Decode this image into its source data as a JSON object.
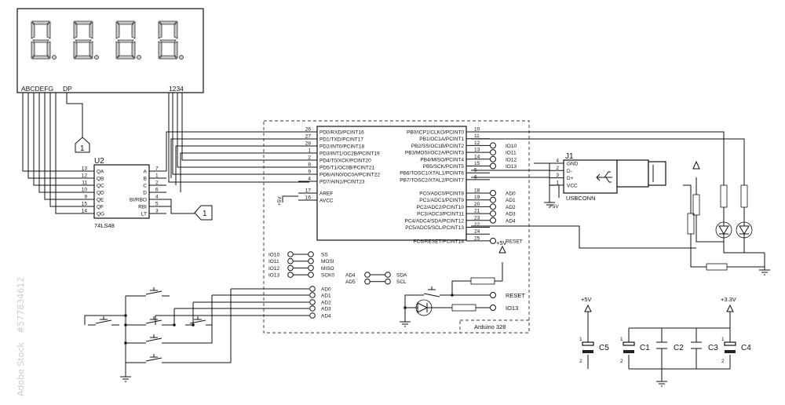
{
  "display": {
    "segment_label": "ABCDEFG",
    "dp_label": "DP",
    "digit_label": "1234"
  },
  "u2": {
    "ref": "U2",
    "part": "74LS48",
    "left_pins": [
      {
        "num": "13",
        "name": "QA"
      },
      {
        "num": "12",
        "name": "QB"
      },
      {
        "num": "11",
        "name": "QC"
      },
      {
        "num": "10",
        "name": "QD"
      },
      {
        "num": "9",
        "name": "QE"
      },
      {
        "num": "15",
        "name": "QF"
      },
      {
        "num": "14",
        "name": "QG"
      }
    ],
    "right_pins": [
      {
        "num": "7",
        "name": "A"
      },
      {
        "num": "1",
        "name": "B"
      },
      {
        "num": "2",
        "name": "C"
      },
      {
        "num": "6",
        "name": "D"
      },
      {
        "num": "4",
        "name": "BI/RBO"
      },
      {
        "num": "5",
        "name": "RBI"
      },
      {
        "num": "3",
        "name": "LT"
      }
    ]
  },
  "net_flags": [
    "1",
    "1"
  ],
  "mcu": {
    "part": "Arduino 328",
    "left_pins": [
      {
        "num": "26",
        "name": "PD0/RXD/PCINT16"
      },
      {
        "num": "27",
        "name": "PD1/TXD/PCINT17"
      },
      {
        "num": "28",
        "name": "PD2/INT0/PCINT18"
      },
      {
        "num": "1",
        "name": "PD3/INT1/OC2B/PCINT19"
      },
      {
        "num": "2",
        "name": "PD4/T0/XCK/PCINT20"
      },
      {
        "num": "8",
        "name": "PD5/T1/OC0B/PCINT21"
      },
      {
        "num": "9",
        "name": "PD6/AIN0/OC0A/PCINT22"
      },
      {
        "num": "4",
        "name": "PD7/AIN1/PCINT23"
      }
    ],
    "power_pins": [
      {
        "num": "17",
        "name": "AREF"
      },
      {
        "num": "16",
        "name": "AVCC"
      }
    ],
    "right_pins_b": [
      {
        "num": "10",
        "name": "PB0/ICP1/CLKO/PCINT0",
        "net": ""
      },
      {
        "num": "11",
        "name": "PB1/OC1A/PCINT1",
        "net": ""
      },
      {
        "num": "12",
        "name": "PB2/SS/OC1B/PCINT2",
        "net": "IO10"
      },
      {
        "num": "13",
        "name": "PB3/MOSI/OC2A/PCINT3",
        "net": "IO11"
      },
      {
        "num": "14",
        "name": "PB4/MISO/PCINT4",
        "net": "IO12"
      },
      {
        "num": "15",
        "name": "PB5/SCK/PCINT5",
        "net": "IO13"
      },
      {
        "num": "5",
        "name": "PB6/TOSC1/XTAL1/PCINT6",
        "net": ""
      },
      {
        "num": "6",
        "name": "PB7/TOSC2/XTAL2/PCINT7",
        "net": ""
      }
    ],
    "right_pins_c": [
      {
        "num": "18",
        "name": "PC0/ADC0/PCINT8",
        "net": "AD0"
      },
      {
        "num": "19",
        "name": "PC1/ADC1/PCINT9",
        "net": "AD1"
      },
      {
        "num": "20",
        "name": "PC2/ADC2/PCINT10",
        "net": "AD2"
      },
      {
        "num": "21",
        "name": "PC3/ADC3/PCINT11",
        "net": "AD3"
      },
      {
        "num": "23",
        "name": "PC4/ADC4/SDA/PCINT12",
        "net": "AD4"
      },
      {
        "num": "22",
        "name": "PC5/ADC5/SCL/PCINT13",
        "net": ""
      },
      {
        "num": "24",
        "name": "",
        "net": ""
      },
      {
        "num": "25",
        "name": "PC6/RESET/PCINT14",
        "net": "RESET"
      }
    ]
  },
  "spi_aliases": [
    {
      "io": "IO10",
      "alias": "SS"
    },
    {
      "io": "IO11",
      "alias": "MOSI"
    },
    {
      "io": "IO12",
      "alias": "MISO"
    },
    {
      "io": "IO13",
      "alias": "SCK0"
    }
  ],
  "i2c_aliases": [
    {
      "io": "AD4",
      "alias": "SDA"
    },
    {
      "io": "AD5",
      "alias": "SCL"
    }
  ],
  "button_nets": [
    "AD0",
    "AD1",
    "AD2",
    "AD3",
    "AD4"
  ],
  "reset_circuit": {
    "supply": "+5V",
    "reset_label": "RESET",
    "led_label": "IO13"
  },
  "usb": {
    "ref": "J1",
    "part": "USBCONN",
    "pins": [
      {
        "num": "4",
        "name": "GND"
      },
      {
        "num": "2",
        "name": "D-"
      },
      {
        "num": "3",
        "name": "D+"
      },
      {
        "num": "1",
        "name": "VCC"
      }
    ],
    "supply": "+5V"
  },
  "avcc_supply": "+5V",
  "capacitors": {
    "supply_left": "+5V",
    "supply_right": "+3.3V",
    "names": [
      "C5",
      "C1",
      "C2",
      "C3",
      "C4"
    ],
    "pin1": "1",
    "pin2": "2"
  },
  "watermark": {
    "text": "Adobe Stock",
    "id": "#577834612"
  }
}
